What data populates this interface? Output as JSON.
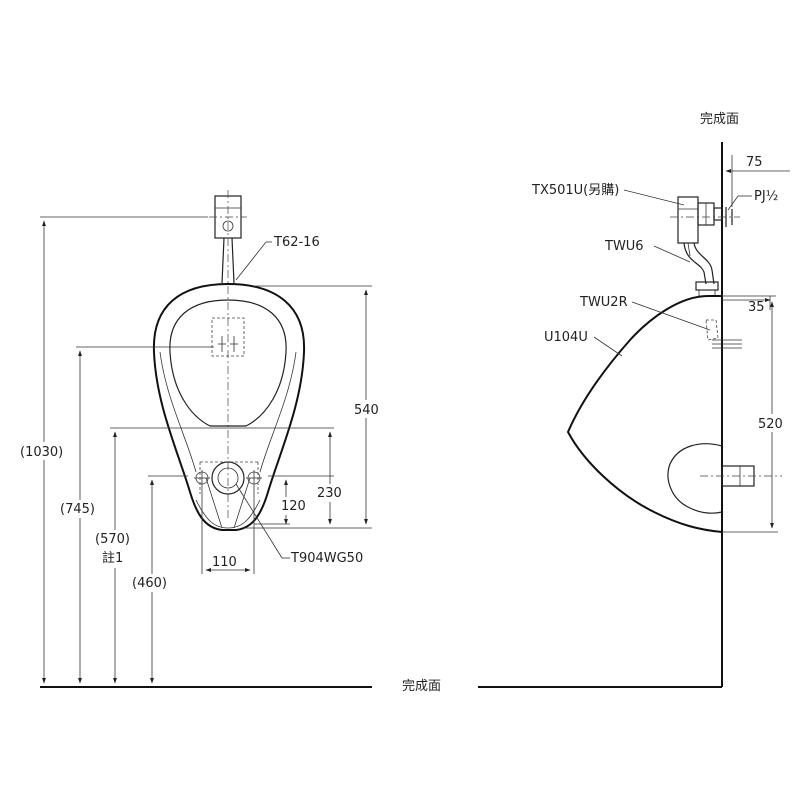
{
  "floor_label": "完成面",
  "wall_label": "完成面",
  "front_view": {
    "parts": {
      "valve": "T62-16",
      "trap": "T904WG50"
    },
    "dims": {
      "overall_height": "(1030)",
      "valve_height": "(745)",
      "inlet_height": "(570)",
      "note": "註1",
      "rim_height": "(460)",
      "bowl_height": "540",
      "outlet_to_top": "230",
      "outlet_height": "120",
      "bolt_spacing": "110"
    }
  },
  "side_view": {
    "parts": {
      "sensor_valve": "TX501U(另購)",
      "supply_fitting": "PJ½",
      "flush_pipe": "TWU6",
      "hanger": "TWU2R",
      "urinal": "U104U"
    },
    "dims": {
      "supply_offset": "75",
      "hanger_offset": "35",
      "outlet_height": "520"
    }
  }
}
